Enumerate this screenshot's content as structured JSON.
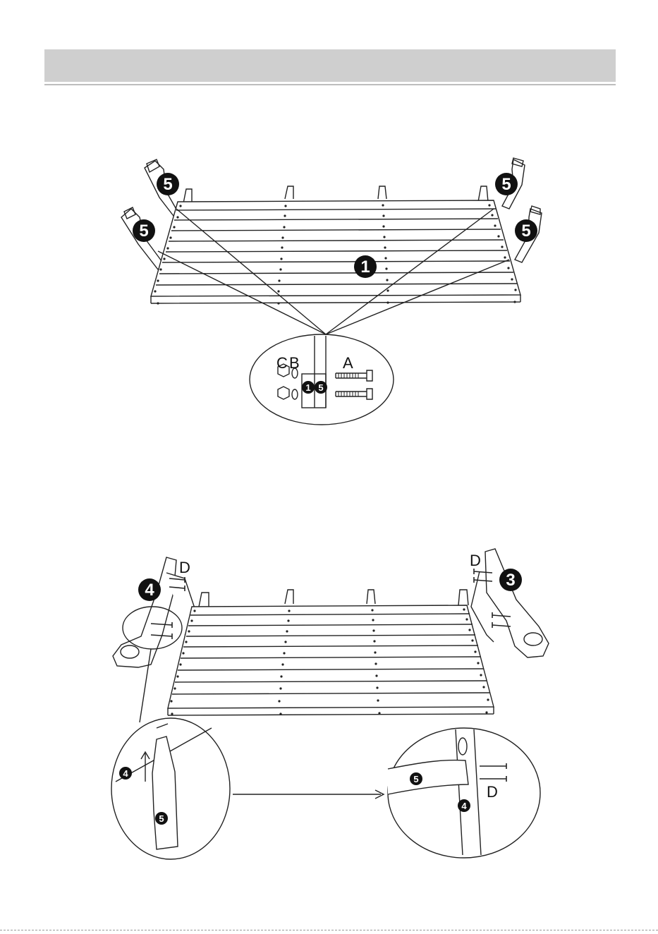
{
  "header": {
    "title": ""
  },
  "step1": {
    "part_labels": {
      "seat": "1",
      "leg_back_left": "5",
      "leg_back_right": "5",
      "leg_front_left": "5",
      "leg_front_right": "5"
    },
    "detail": {
      "hardware_c": "C",
      "hardware_b": "B",
      "hardware_a": "A",
      "part_seat": "1",
      "part_leg": "5"
    }
  },
  "step2": {
    "part_labels": {
      "armrest_left": "4",
      "armrest_right": "3"
    },
    "screw_labels": {
      "left": "D",
      "right": "D"
    },
    "detail_left": {
      "armrest": "4",
      "leg": "5"
    },
    "detail_right": {
      "leg": "5",
      "armrest": "4",
      "screw": "D"
    }
  }
}
